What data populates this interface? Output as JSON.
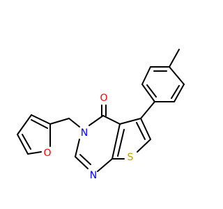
{
  "atoms": {
    "O_carbonyl": {
      "label": "O",
      "color": "#ff0000"
    },
    "N_ring": {
      "label": "N",
      "color": "#0000ff"
    },
    "N_imine": {
      "label": "N",
      "color": "#0000ff"
    },
    "S_thiophene": {
      "label": "S",
      "color": "#b8a000"
    },
    "O_furan": {
      "label": "O",
      "color": "#ff0000"
    }
  },
  "bond_color": "#000000",
  "background": "#ffffff"
}
